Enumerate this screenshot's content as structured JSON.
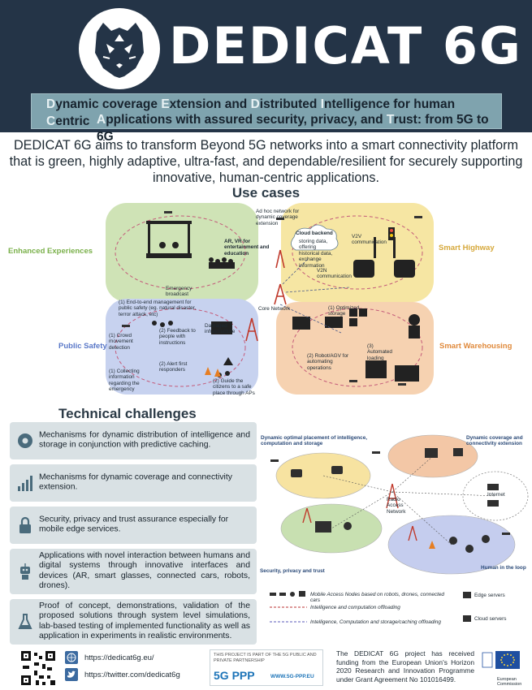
{
  "header": {
    "brand": "DEDICAT 6G",
    "subtitle_line1": [
      {
        "t": "D",
        "hl": true
      },
      {
        "t": "ynamic coverage ",
        "hl": false
      },
      {
        "t": "E",
        "hl": true
      },
      {
        "t": "xtension and ",
        "hl": false
      },
      {
        "t": "D",
        "hl": true
      },
      {
        "t": "istributed ",
        "hl": false
      },
      {
        "t": "I",
        "hl": true
      },
      {
        "t": "ntelligence for human ",
        "hl": false
      },
      {
        "t": "C",
        "hl": true
      },
      {
        "t": "entric",
        "hl": false
      }
    ],
    "subtitle_line2": [
      {
        "t": "A",
        "hl": true
      },
      {
        "t": "pplications with assured security, privacy, and ",
        "hl": false
      },
      {
        "t": "T",
        "hl": true
      },
      {
        "t": "rust: from 5G to 6G",
        "hl": false
      }
    ]
  },
  "intro": "DEDICAT 6G aims to transform Beyond 5G networks into a smart connectivity platform that is green, highly adaptive, ultra-fast, and dependable/resilient for securely supporting innovative, human-centric applications.",
  "use_cases": {
    "title": "Use cases",
    "enhanced": "Enhanced Experiences",
    "highway": "Smart Highway",
    "public_safety": "Public Safety",
    "warehousing": "Smart Warehousing",
    "notes": {
      "adhoc": "Ad hoc network for dynamic coverage extension",
      "ar": "AR, VR for entertainment and education",
      "cloud": "Cloud backend",
      "cloud_sub": "storing data, offering historical data, exchange information",
      "v2v": "V2V communication",
      "v2n": "V2N communication",
      "emergency": "Emergency broadcast",
      "core": "Core Network",
      "e2e": "(1) End-to-end management for public safety (eg. natural disaster, terror attack, etc)",
      "crowd": "(1) Crowd movement detection",
      "feedback": "(2) Feedback to people with instructions",
      "damaged": "Damaged infrastructure",
      "alert": "(2) Alert first responders",
      "collecting": "(1) Collecting information regarding the emergency",
      "guide": "(2) Guide the citizens to a safe place through APs",
      "optimized": "(1) Optimized storage",
      "robot": "(2) Robot/AGV for automating operations",
      "loading": "(3) Automated loading"
    }
  },
  "technical": {
    "title": "Technical challenges",
    "challenges": [
      {
        "icon": "brain-gear-icon",
        "text": "Mechanisms for dynamic distribution of intelligence and storage in conjunction with predictive caching."
      },
      {
        "icon": "signal-bars-icon",
        "text": "Mechanisms for dynamic coverage and connectivity extension."
      },
      {
        "icon": "lock-icon",
        "text": "Security, privacy and trust assurance especially for mobile edge services."
      },
      {
        "icon": "robot-icon",
        "text": "Applications with novel interaction between humans and digital systems through innovative interfaces and devices (AR, smart glasses, connected cars, robots, drones)."
      },
      {
        "icon": "flask-icon",
        "text": "Proof of concept, demonstrations, validation of the proposed solutions through system level simulations, lab-based testing of implemented functionality as well as application in experiments in realistic environments."
      }
    ]
  },
  "diagram": {
    "dyn_placement": "Dynamic optimal placement of intelligence, computation and storage",
    "dyn_coverage": "Dynamic coverage and connectivity extension",
    "radio": "Radio Access Network",
    "internet": "Internet",
    "security": "Security, privacy and trust",
    "human": "Human in the loop",
    "legend_man": "Mobile Access Nodes based on robots, drones, connected cars",
    "legend_edge": "Edge servers",
    "legend_int": "Intelligence and computation offloading",
    "legend_cloud": "Cloud servers",
    "legend_ics": "Intelligence, Computation and storage/caching offloading"
  },
  "footer": {
    "website": "https://dedicat6g.eu/",
    "twitter": "https://twitter.com/dedicat6g",
    "ppp_text": "THIS PROJECT IS PART OF THE 5G PUBLIC AND PRIVATE PARTNERSHIP",
    "ppp_logo": "5G PPP",
    "ppp_url": "WWW.5G-PPP.EU",
    "eu_text": "The DEDICAT 6G project has received funding from the European Union's Horizon 2020 Research and Innovation Programme under Grant Agreement No 101016499.",
    "eu_label": "European Commission"
  },
  "colors": {
    "header_bg": "#243447",
    "subtitle_bg": "#7fa3ae",
    "enhanced_green": "#cfe3b6",
    "highway_yellow": "#f6e6a3",
    "safety_blue": "#c7d2ef",
    "warehouse_orange": "#f6d2b1",
    "card_bg": "#d9e1e4"
  }
}
